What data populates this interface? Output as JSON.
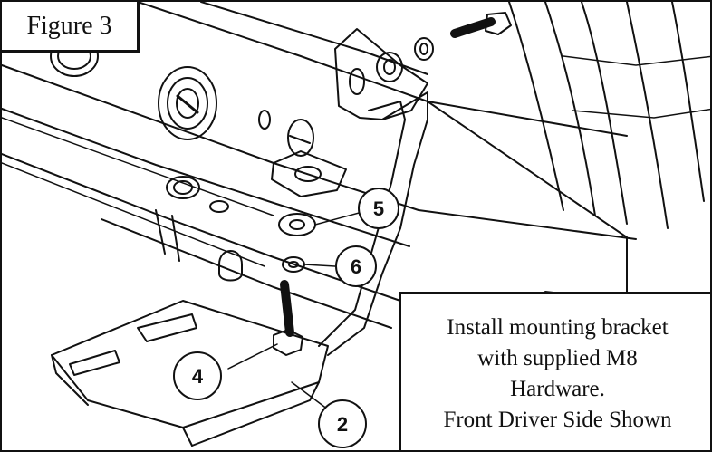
{
  "figure_label": "Figure 3",
  "caption": {
    "line1": "Install mounting bracket",
    "line2": "with supplied M8",
    "line3": "Hardware.",
    "line4": "Front Driver Side Shown"
  },
  "callouts": {
    "c2": "2",
    "c4": "4",
    "c5": "5",
    "c6": "6"
  },
  "colors": {
    "line": "#111111",
    "background": "#ffffff"
  }
}
